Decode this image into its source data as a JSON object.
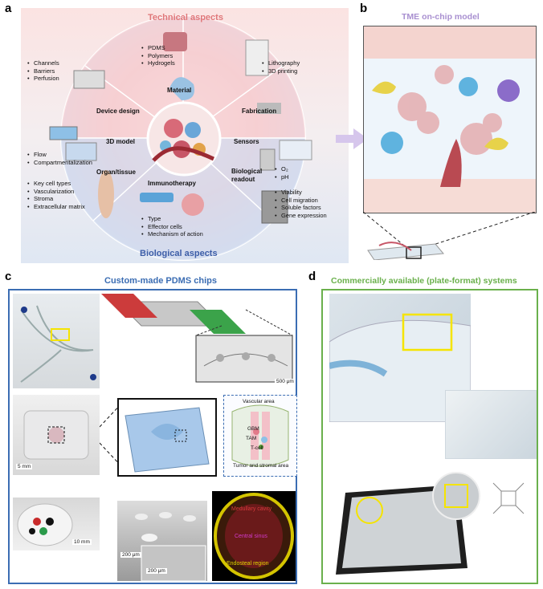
{
  "panel_labels": {
    "a": "a",
    "b": "b",
    "c": "c",
    "d": "d"
  },
  "panel_a": {
    "top_title": "Technical aspects",
    "bottom_title": "Biological aspects",
    "material_items": [
      "PDMS",
      "Polymers",
      "Hydrogels"
    ],
    "material_label": "Material",
    "device_items": [
      "Channels",
      "Barriers",
      "Perfusion"
    ],
    "device_label": "Device design",
    "fabrication_items": [
      "Lithography",
      "3D printing"
    ],
    "fabrication_label": "Fabrication",
    "model_items": [
      "Flow",
      "Compartmentalization"
    ],
    "model_label": "3D model",
    "sensors_label": "Sensors",
    "sensor_items": [
      "O₂",
      "pH"
    ],
    "organ_label": "Organ/tissue",
    "organ_items": [
      "Key cell types",
      "Vascularization",
      "Stroma",
      "Extracellular matrix"
    ],
    "readout_label": "Biological readout",
    "readout_items": [
      "Viability",
      "Cell migration",
      "Soluble factors",
      "Gene expression"
    ],
    "immuno_label": "Immunotherapy",
    "immuno_items": [
      "Type",
      "Effector cells",
      "Mechanism of action"
    ]
  },
  "panel_b": {
    "title": "TME on-chip model"
  },
  "panel_c": {
    "title": "Custom-made PDMS chips",
    "scale_500um": "500 μm",
    "scale_5mm": "5 mm",
    "scale_10mm": "10 mm",
    "scale_200um_a": "200 μm",
    "scale_200um_b": "200 μm",
    "vascular_area": "Vascular area",
    "gbm": "GBM",
    "tam": "TAM",
    "tcell": "T-cell",
    "tumor_stromal": "Tumor and stromal area",
    "medullary": "Medullary cavity",
    "central_sinus": "Central sinus",
    "endosteal": "Endosteal region"
  },
  "panel_d": {
    "title": "Commercially available (plate-format) systems"
  },
  "colors": {
    "technical_red": "#e0787a",
    "biological_blue": "#3d5ea8",
    "tme_purple": "#a88fd0",
    "panel_c_blue": "#3b6db3",
    "panel_d_green": "#6ab04c",
    "highlight_yellow": "#f5e400"
  }
}
